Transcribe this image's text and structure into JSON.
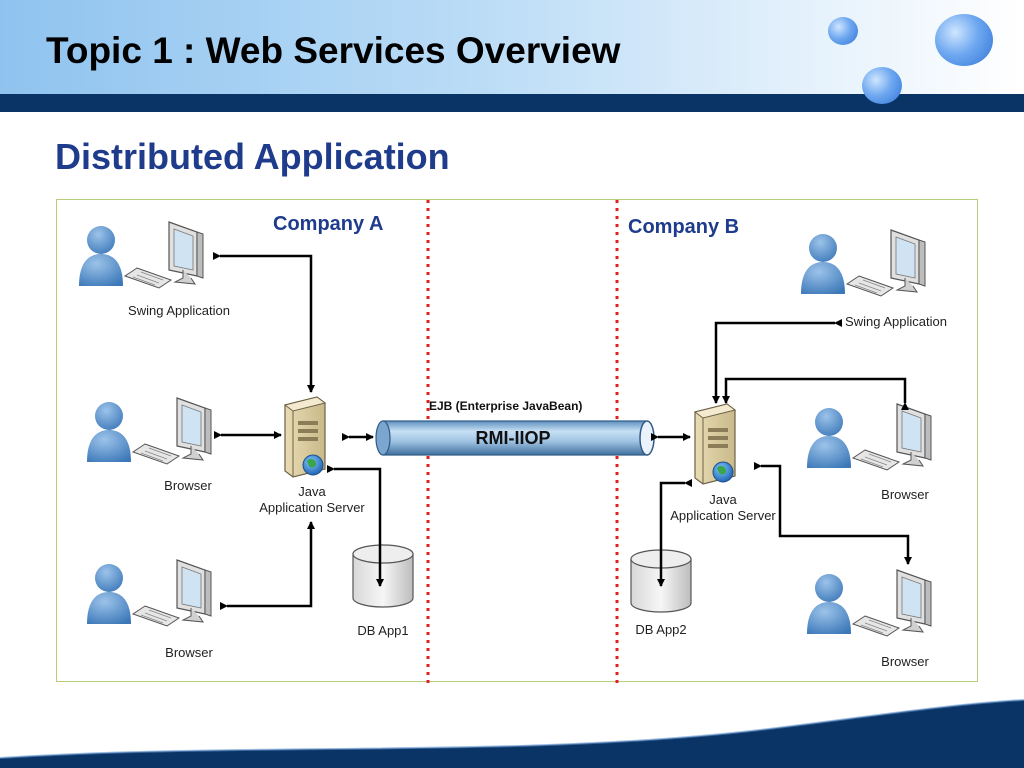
{
  "slide": {
    "title": "Topic 1 : Web Services Overview",
    "subtitle": "Distributed Application"
  },
  "diagram": {
    "company_a": "Company A",
    "company_b": "Company B",
    "ejb_label": "EJB (Enterprise JavaBean)",
    "pipe_label": "RMI-IIOP",
    "server_a_line1": "Java",
    "server_a_line2": "Application Server",
    "server_b_line1": "Java",
    "server_b_line2": "Application Server",
    "db_a": "DB App1",
    "db_b": "DB App2",
    "a_client_1": "Swing Application",
    "a_client_2": "Browser",
    "a_client_3": "Browser",
    "b_client_1": "Swing Application",
    "b_client_2": "Browser",
    "b_client_3": "Browser"
  },
  "colors": {
    "header_bar": "#0a3465",
    "subtitle": "#1f3c8c",
    "company_label": "#1f3c8c",
    "boundary_line": "#e02020",
    "person": "#4a86c5",
    "pipe": "#8fb7d9",
    "diagram_border": "#b7cf7a"
  }
}
